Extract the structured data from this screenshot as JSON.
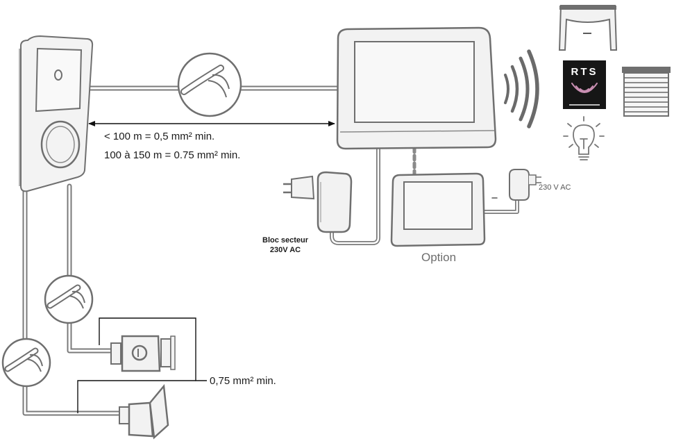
{
  "labels": {
    "distance_line_1": "< 100 m = 0,5 mm² min.",
    "distance_line_2": "100 à 150 m = 0.75 mm² min.",
    "power_supply_line_1": "Bloc secteur",
    "power_supply_line_2": "230V AC",
    "option": "Option",
    "power_right": "230 V AC",
    "cable_strike_lock": "0,75 mm² min."
  },
  "rts_logo": {
    "text": "RTS"
  },
  "colors": {
    "line": "#7a7a7a",
    "device_fill": "#f2f2f2",
    "device_stroke": "#6f6f6f",
    "screen_fill": "#f7f7f7",
    "rts_bg": "#161616",
    "rts_wave": "#c98fb2",
    "black": "#111111"
  }
}
